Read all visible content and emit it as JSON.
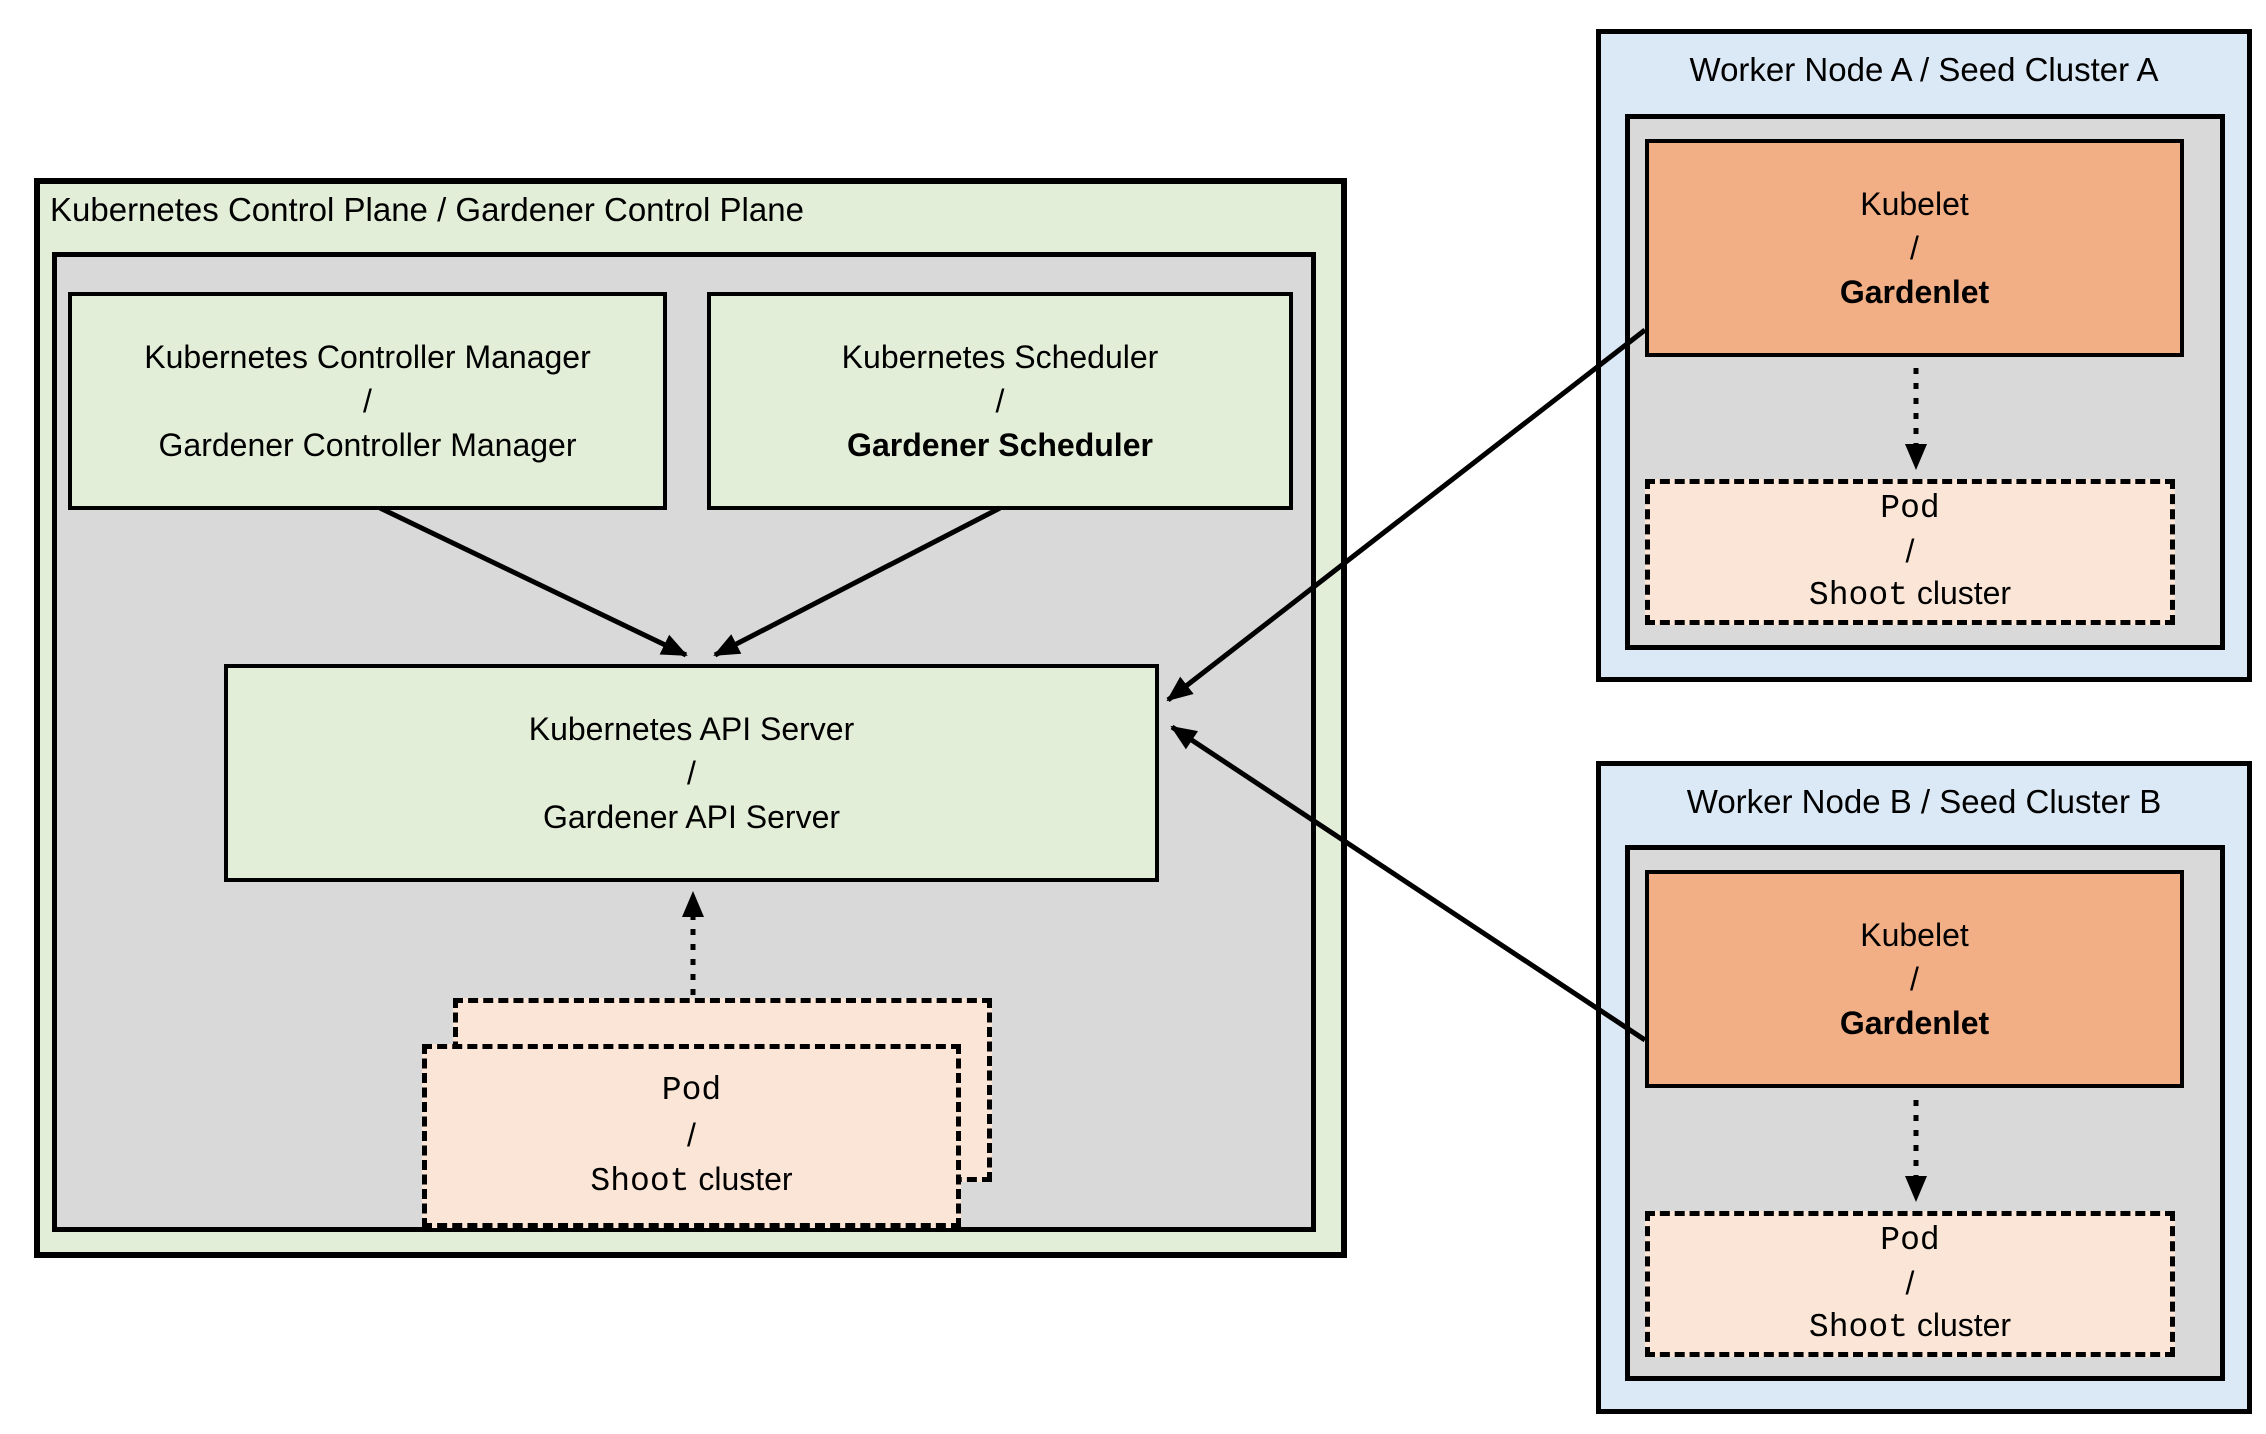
{
  "control_plane": {
    "title": "Kubernetes Control Plane / Gardener Control Plane",
    "kcm": {
      "line1": "Kubernetes Controller Manager",
      "slash": "/",
      "line2": "Gardener Controller Manager"
    },
    "scheduler": {
      "line1": "Kubernetes Scheduler",
      "slash": "/",
      "line2": "Gardener Scheduler"
    },
    "api_server": {
      "line1": "Kubernetes API Server",
      "slash": "/",
      "line2": "Gardener API Server"
    },
    "pod": {
      "line1": "Pod",
      "slash": "/",
      "shoot": "Shoot",
      "cluster": "cluster"
    }
  },
  "worker_a": {
    "title": "Worker Node A / Seed Cluster A",
    "kubelet": {
      "line1": "Kubelet",
      "slash": "/",
      "line2": "Gardenlet"
    },
    "pod": {
      "line1": "Pod",
      "slash": "/",
      "shoot": "Shoot",
      "cluster": "cluster"
    }
  },
  "worker_b": {
    "title": "Worker Node B / Seed Cluster B",
    "kubelet": {
      "line1": "Kubelet",
      "slash": "/",
      "line2": "Gardenlet"
    },
    "pod": {
      "line1": "Pod",
      "slash": "/",
      "shoot": "Shoot",
      "cluster": "cluster"
    }
  },
  "colors": {
    "box_green": "#e3eed9",
    "box_gray": "#d9d9d9",
    "box_blue": "#dbe8f5",
    "box_orange": "#f2ae85",
    "box_peach": "#fbe5d6",
    "line_black": "#000000"
  }
}
